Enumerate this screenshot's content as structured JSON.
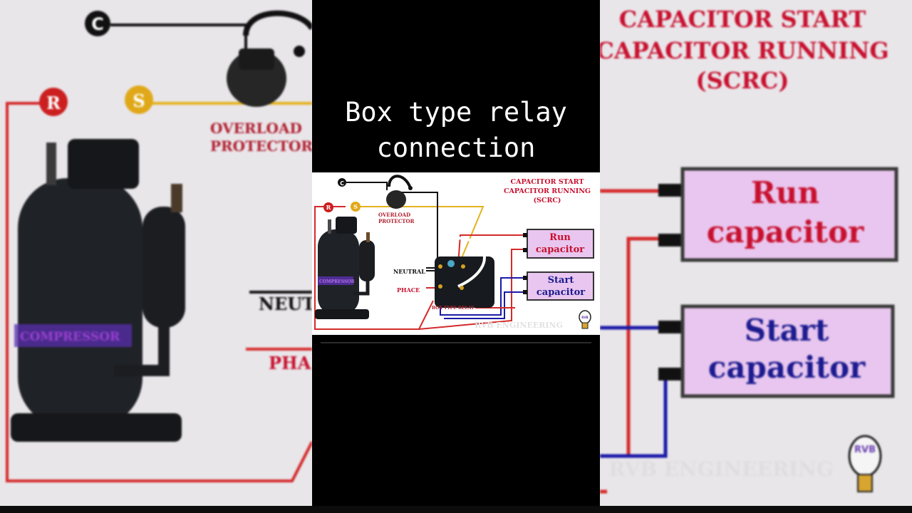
{
  "video": {
    "title_line1": "Box type relay",
    "title_line2": "connection"
  },
  "diagram": {
    "heading_line1": "CAPACITOR START",
    "heading_line2": "CAPACITOR RUNNING",
    "heading_line3": "(SCRC)",
    "terminal_c": "C",
    "terminal_r": "R",
    "terminal_s": "S",
    "overload_line1": "OVERLOAD",
    "overload_line2": "PROTECTOR",
    "compressor_label": "COMPRESSOR",
    "neutral_label": "NEUTRAL",
    "phase_label": "PHACE",
    "relay_label": "BOX TYPE RELAY",
    "run_cap_line1": "Run",
    "run_cap_line2": "capacitor",
    "start_cap_line1": "Start",
    "start_cap_line2": "capacitor",
    "brand_label": "RVB",
    "watermark": "RVB ENGINEERING"
  },
  "background_left": {
    "terminal_c": "C",
    "terminal_r": "R",
    "terminal_s": "S",
    "overload_line1": "OVERLOAD",
    "overload_line2": "PROTECTOR",
    "neutral_partial": "NEUT",
    "phase_partial": "PHA",
    "compressor_label": "COMPRESSOR"
  },
  "background_right": {
    "heading_line1": "CAPACITOR START",
    "heading_line2": "CAPACITOR RUNNING",
    "heading_line3": "(SCRC)",
    "run_cap_line1": "Run",
    "run_cap_line2": "capacitor",
    "start_cap_line1": "Start",
    "start_cap_line2": "capacitor",
    "brand_label": "RVB",
    "watermark": "RVB ENGINEERING"
  },
  "colors": {
    "red_wire": "#d42a2a",
    "blue_wire": "#1a1aa8",
    "yellow_wire": "#e3b21e",
    "black_wire": "#111111",
    "capacitor_fill": "#e9c6ef",
    "label_red": "#c8102e",
    "label_blue": "#1b1b8f"
  }
}
